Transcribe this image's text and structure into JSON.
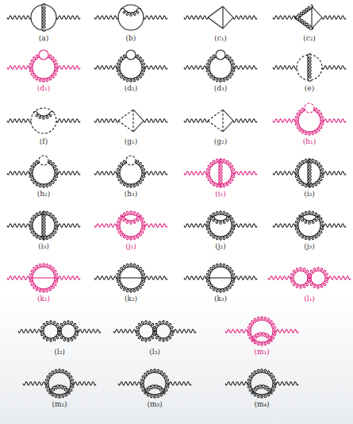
{
  "diagram": {
    "labels": [
      "(a)",
      "(b)",
      "(c₁)",
      "(c₂)",
      "(d₁)",
      "(d₂)",
      "(d₃)",
      "(e)",
      "(f)",
      "(g₁)",
      "(g₂)",
      "(h₁)",
      "(h₂)",
      "(h₃)",
      "(i₁)",
      "(i₂)",
      "(i₃)",
      "(j₁)",
      "(j₂)",
      "(j₃)",
      "(k₁)",
      "(k₂)",
      "(k₃)",
      "(l₁)",
      "(l₂)",
      "(l₃)",
      "(m₁)",
      "(m₂)",
      "(m₃)",
      "(m₄)"
    ]
  }
}
